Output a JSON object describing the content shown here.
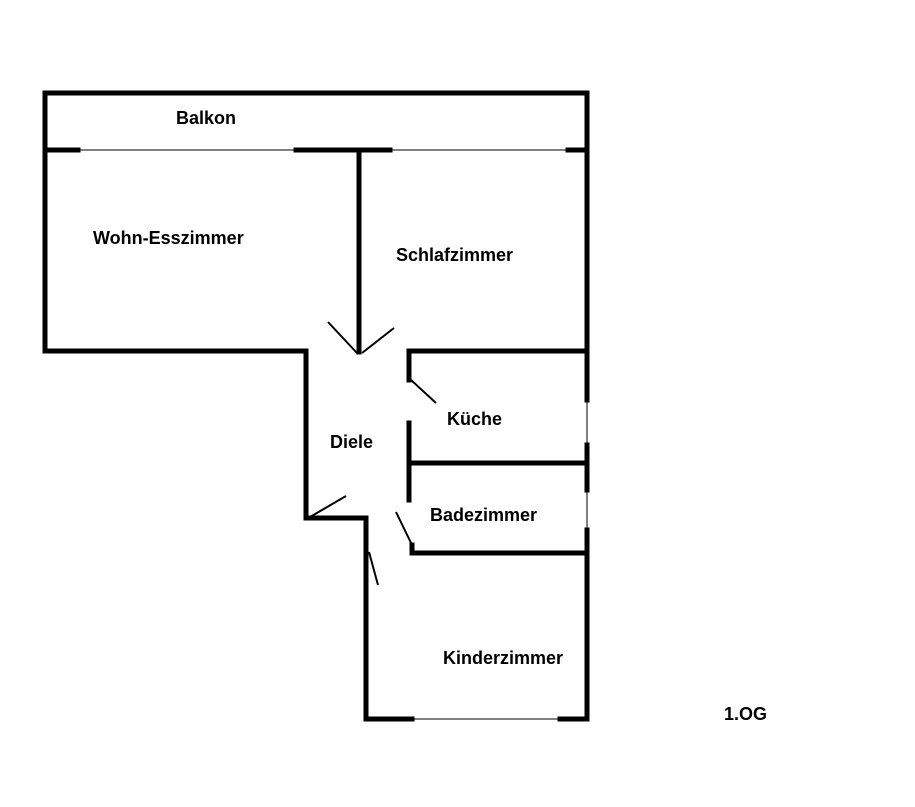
{
  "rooms": {
    "balkon": "Balkon",
    "wohn_esszimmer": "Wohn-Esszimmer",
    "schlafzimmer": "Schlafzimmer",
    "diele": "Diele",
    "kueche": "Küche",
    "badezimmer": "Badezimmer",
    "kinderzimmer": "Kinderzimmer"
  },
  "floor_label": "1.OG",
  "colors": {
    "wall": "#000000",
    "background": "#ffffff"
  }
}
